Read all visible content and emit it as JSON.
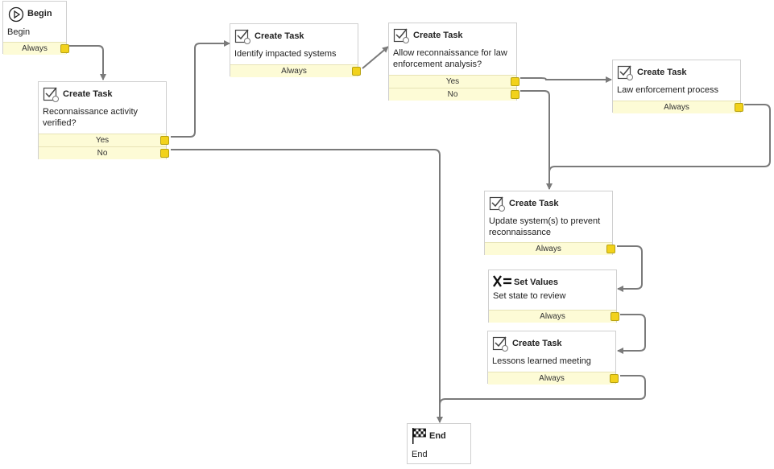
{
  "nodes": {
    "begin": {
      "title": "Begin",
      "desc": "Begin",
      "ports": [
        "Always"
      ]
    },
    "recon": {
      "title": "Create Task",
      "desc": "Reconnaissance activity verified?",
      "ports": [
        "Yes",
        "No"
      ]
    },
    "identify": {
      "title": "Create Task",
      "desc": "Identify impacted systems",
      "ports": [
        "Always"
      ]
    },
    "allow": {
      "title": "Create Task",
      "desc": "Allow reconnaissance for law enforcement analysis?",
      "ports": [
        "Yes",
        "No"
      ]
    },
    "law": {
      "title": "Create Task",
      "desc": "Law enforcement process",
      "ports": [
        "Always"
      ]
    },
    "update": {
      "title": "Create Task",
      "desc": "Update system(s) to prevent reconnaissance",
      "ports": [
        "Always"
      ]
    },
    "setvalues": {
      "title": "Set Values",
      "desc": "Set state to review",
      "ports": [
        "Always"
      ]
    },
    "lessons": {
      "title": "Create Task",
      "desc": "Lessons learned meeting",
      "ports": [
        "Always"
      ]
    },
    "end": {
      "title": "End",
      "desc": "End",
      "ports": []
    }
  },
  "icons": {
    "begin": "play-circle-icon",
    "task": "task-checkbox-icon",
    "setvalues": "x-equals-icon",
    "end": "checkered-flag-icon"
  },
  "colors": {
    "port_row": "#fdfbd6",
    "port": "#f2d21b",
    "wire": "#7a7a7a",
    "border": "#cfcfcf"
  }
}
